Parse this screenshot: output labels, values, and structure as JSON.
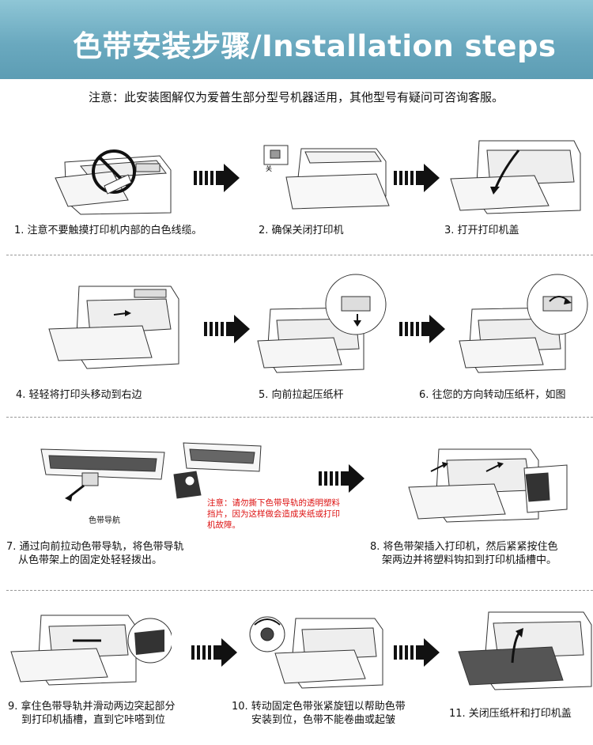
{
  "header": {
    "title": "色带安装步骤/Installation steps",
    "notice": "注意：此安装图解仅为爱普生部分型号机器适用，其他型号有疑问可咨询客服。"
  },
  "steps": [
    {
      "line1": "1. 注意不要触摸打印机内部的白色线缆。"
    },
    {
      "line1": "2. 确保关闭打印机"
    },
    {
      "line1": "3. 打开打印机盖"
    },
    {
      "line1": "4. 轻轻将打印头移动到右边"
    },
    {
      "line1": "5. 向前拉起压纸杆"
    },
    {
      "line1": "6. 往您的方向转动压纸杆，如图"
    },
    {
      "line1": "7. 通过向前拉动色带导轨，将色带导轨",
      "line2": "从色带架上的固定处轻轻拨出。"
    },
    {
      "line1": "8. 将色带架插入打印机，然后紧紧按住色",
      "line2": "架两边并将塑料钩扣到打印机插槽中。"
    },
    {
      "line1": "9. 拿住色带导轨并滑动两边突起部分",
      "line2": "到打印机插槽，直到它咔嗒到位"
    },
    {
      "line1": "10. 转动固定色带张紧旋钮以帮助色带",
      "line2": "安装到位，色带不能卷曲或起皱"
    },
    {
      "line1": "11. 关闭压纸杆和打印机盖"
    }
  ],
  "ribbon_guide_label": "色带导航",
  "power_label": "关",
  "warning": "注意：请勿撕下色带导轨的透明塑料挡片，因为这样做会造成夹纸或打印机故障。"
}
